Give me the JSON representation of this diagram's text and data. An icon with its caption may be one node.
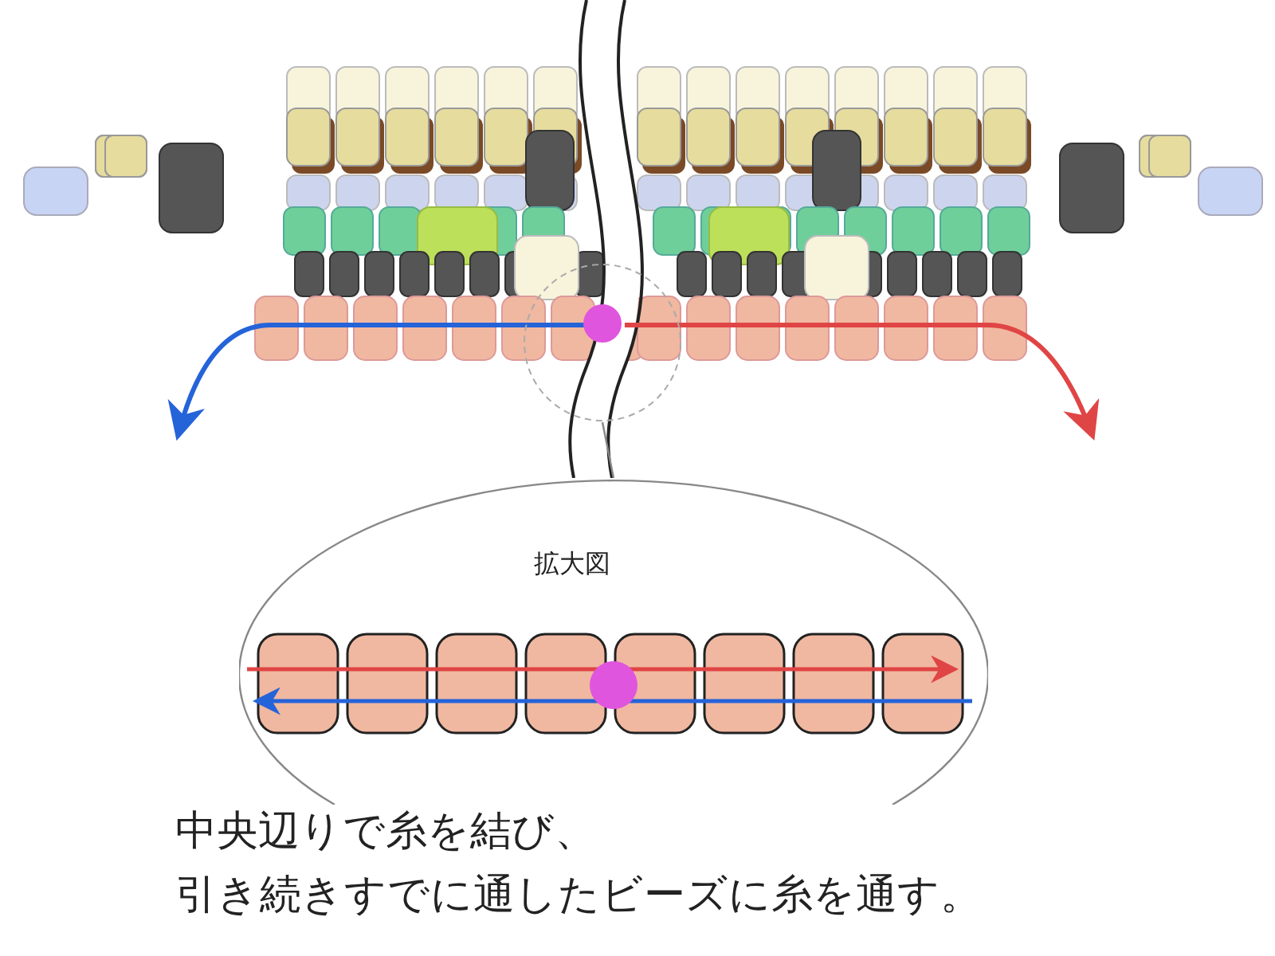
{
  "diagram": {
    "nodes": [
      {
        "text": [
          "拡大図"
        ]
      },
      {
        "text": [],
        "shape": "circle"
      }
    ],
    "edges": [
      {
        "from": 1,
        "to": 0,
        "arrow": "none"
      }
    ],
    "labels": [
      "中央辺りで糸を結び、",
      "引き続きすでに通したビーズに糸を通す。"
    ]
  }
}
